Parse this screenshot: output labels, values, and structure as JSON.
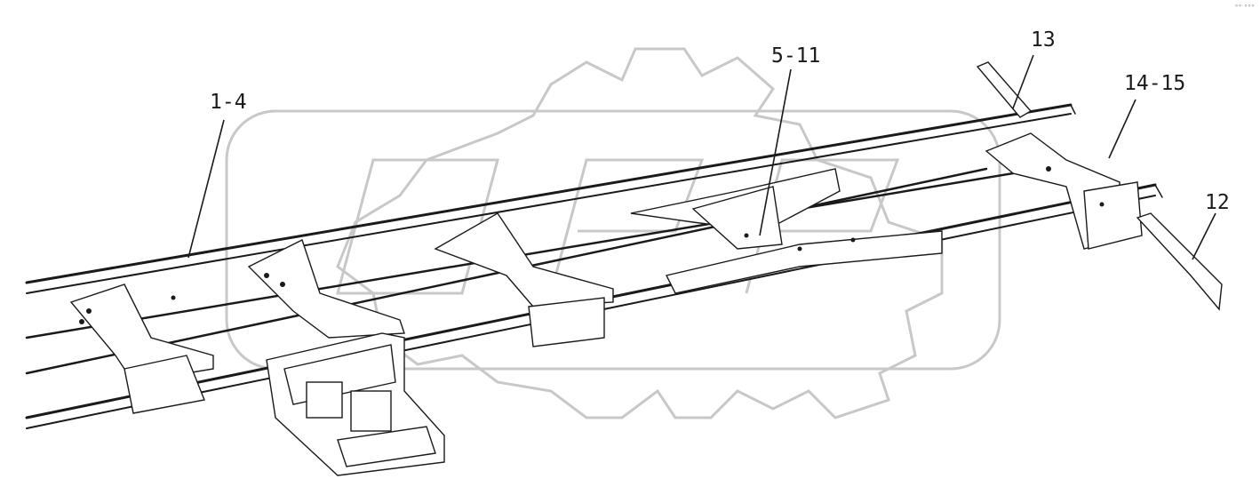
{
  "diagram": {
    "callouts": [
      {
        "id": "c1",
        "text": "1-4"
      },
      {
        "id": "c2",
        "text": "5-11"
      },
      {
        "id": "c3",
        "text": "13"
      },
      {
        "id": "c4",
        "text": "14-15"
      },
      {
        "id": "c5",
        "text": "12"
      }
    ],
    "watermark_icon": "gear-logo-icon",
    "corner_mark": "°° °°°"
  }
}
